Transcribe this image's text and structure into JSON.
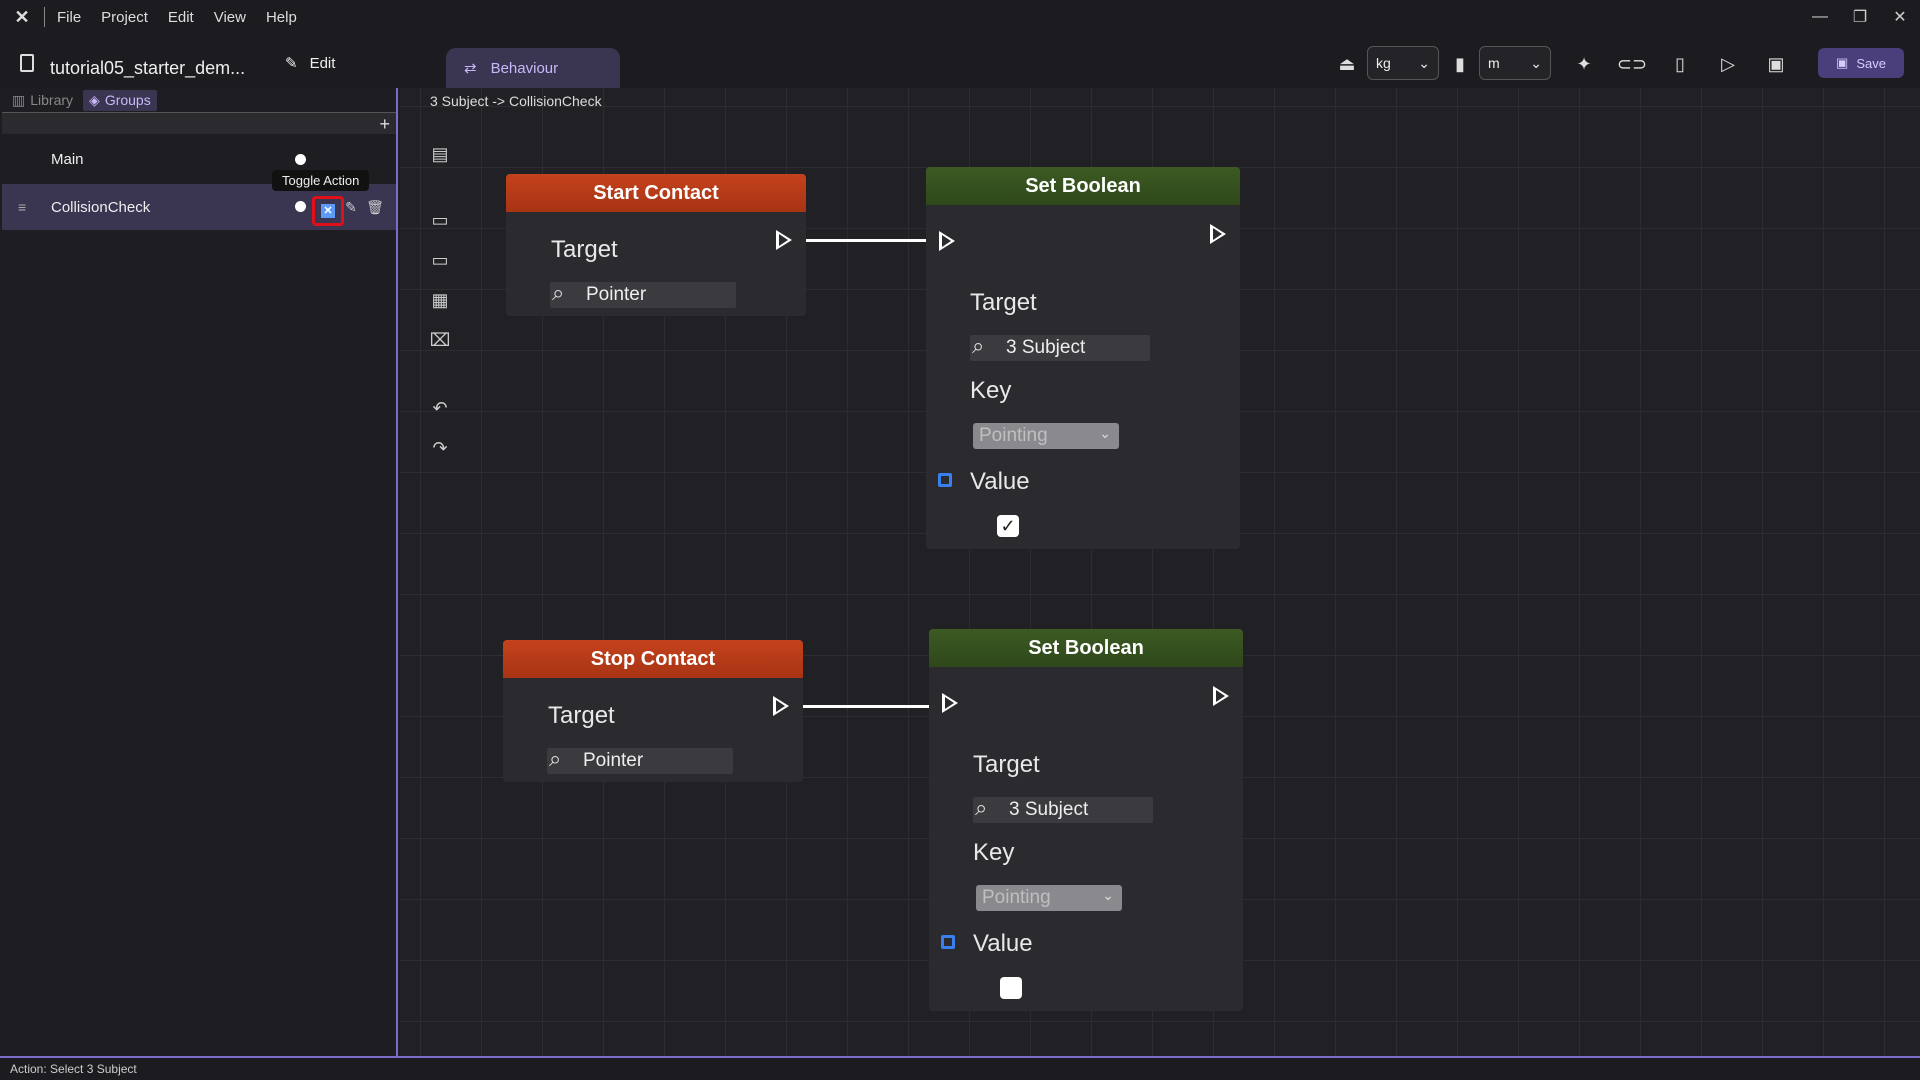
{
  "app": {
    "menu": [
      "File",
      "Project",
      "Edit",
      "View",
      "Help"
    ],
    "doc_title": "tutorial05_starter_dem...",
    "edit_label": "Edit",
    "tab_label": "Behaviour",
    "mass_unit": "kg",
    "length_unit": "m",
    "save_label": "Save"
  },
  "left_panel": {
    "tabs": [
      "Library",
      "Groups"
    ],
    "active_tab": "Groups",
    "groups": [
      {
        "name": "Main",
        "enabled": true
      },
      {
        "name": "CollisionCheck",
        "enabled": true,
        "selected": true
      }
    ],
    "tooltip": "Toggle Action"
  },
  "canvas": {
    "breadcrumb": "3 Subject -> CollisionCheck",
    "nodes": {
      "start_contact": {
        "title": "Start Contact",
        "target_label": "Target",
        "target_value": "Pointer"
      },
      "set_bool_1": {
        "title": "Set Boolean",
        "target_label": "Target",
        "target_value": "3 Subject",
        "key_label": "Key",
        "key_value": "Pointing",
        "value_label": "Value",
        "value_checked": true
      },
      "stop_contact": {
        "title": "Stop Contact",
        "target_label": "Target",
        "target_value": "Pointer"
      },
      "set_bool_2": {
        "title": "Set Boolean",
        "target_label": "Target",
        "target_value": "3 Subject",
        "key_label": "Key",
        "key_value": "Pointing",
        "value_label": "Value",
        "value_checked": false
      }
    }
  },
  "status": "Action: Select 3 Subject",
  "colors": {
    "accent": "#7a6cc8",
    "event_header": "#b83a18",
    "action_header": "#35501e",
    "highlight": "#e0101a"
  }
}
